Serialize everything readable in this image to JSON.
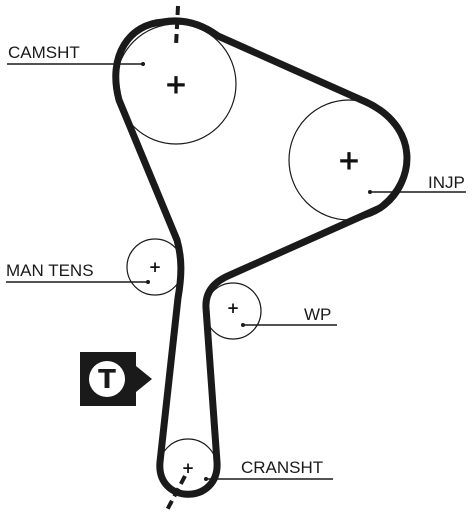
{
  "labels": {
    "camshaft": "CAMSHT",
    "injection_pump": "INJP",
    "manual_tensioner": "MAN TENS",
    "water_pump": "WP",
    "crankshaft": "CRANSHT",
    "tensioner_badge": "T"
  },
  "pulley_mark": "+",
  "colors": {
    "belt": "#1a1a1a",
    "badge_background": "#1a1a1a",
    "badge_letter": "#1a1a1a",
    "badge_circle": "#ffffff"
  }
}
